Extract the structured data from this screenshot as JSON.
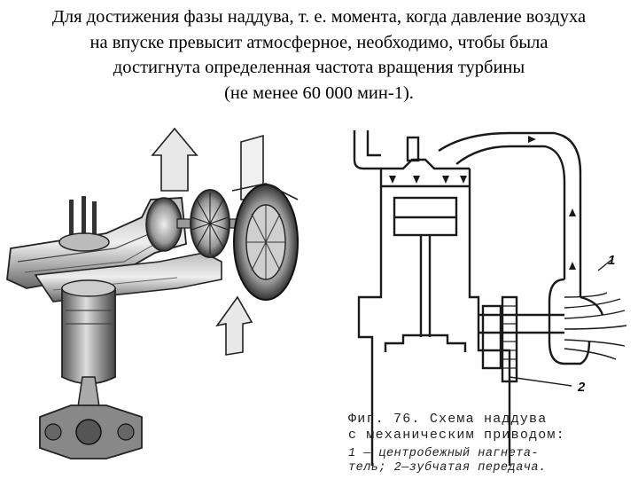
{
  "heading": {
    "lines": [
      "Для достижения фазы наддува, т. е. момента, когда давление воздуха",
      "на впуске превысит атмосферное, необходимо, чтобы была",
      "достигнута определенная частота вращения турбины",
      "(не менее 60 000 мин-1)."
    ]
  },
  "figure_right": {
    "callout_1": "1",
    "callout_2": "2",
    "caption_lines": [
      "Фиг.  76.  Схема  наддува",
      "с механическим приводом:",
      "1 — центробежный нагнета-",
      "тель; 2—зубчатая передача."
    ]
  },
  "colors": {
    "text": "#000000",
    "drawing": "#1a1a1a",
    "shade": "#7a7a7a",
    "background": "#ffffff"
  }
}
